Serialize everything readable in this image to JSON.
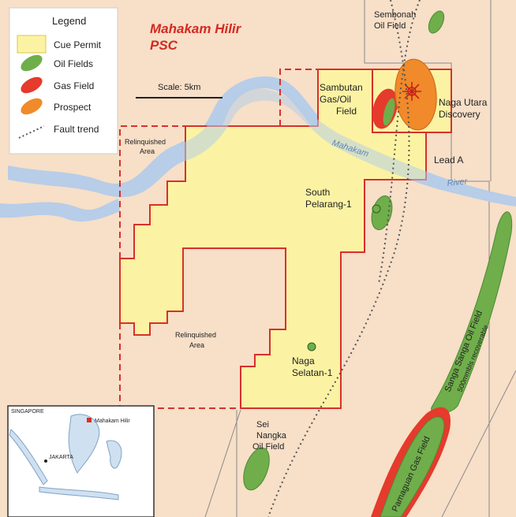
{
  "title": {
    "line1": "Mahakam Hilir",
    "line2": "PSC"
  },
  "colors": {
    "background": "#f7dfc8",
    "permit_fill": "#fbf3a3",
    "permit_border": "#d8302a",
    "oil_field": "#6fae4a",
    "gas_field": "#e53a2c",
    "prospect": "#f08a2a",
    "river": "#b7cde8",
    "fault": "#555555",
    "title": "#d42a20"
  },
  "legend": {
    "heading": "Legend",
    "items": [
      {
        "label": "Cue Permit",
        "icon": "cue-permit-swatch"
      },
      {
        "label": "Oil Fields",
        "icon": "oil-field-icon"
      },
      {
        "label": "Gas Field",
        "icon": "gas-field-icon"
      },
      {
        "label": "Prospect",
        "icon": "prospect-icon"
      },
      {
        "label": "Fault trend",
        "icon": "fault-trend-icon"
      }
    ]
  },
  "scale": {
    "label": "Scale: 5km"
  },
  "labels": {
    "sembonah": [
      "Sembonah",
      "Oil Field"
    ],
    "sambutan": [
      "Sambutan",
      "Gas/Oil",
      "Field"
    ],
    "naga_utara": [
      "Naga Utara",
      "Discovery"
    ],
    "lead_a": "Lead A",
    "relinquished_top": [
      "Relinquished",
      "Area"
    ],
    "relinquished_mid": [
      "Relinquished",
      "Area"
    ],
    "south_pelarang": [
      "South",
      "Pelarang-1"
    ],
    "naga_selatan": [
      "Naga",
      "Selatan-1"
    ],
    "sei_nangka": [
      "Sei",
      "Nangka",
      "Oil Field"
    ],
    "sanga_sanga": [
      "Sanga Sanga Oil Field",
      "500mmbls recoverable"
    ],
    "pamaguan": "Pamaguan Gas Field",
    "river_1": "Mahakam",
    "river_2": "River"
  },
  "inset": {
    "singapore": "SINGAPORE",
    "jakarta": "JAKARTA",
    "marker": "Mahakam Hilir"
  }
}
